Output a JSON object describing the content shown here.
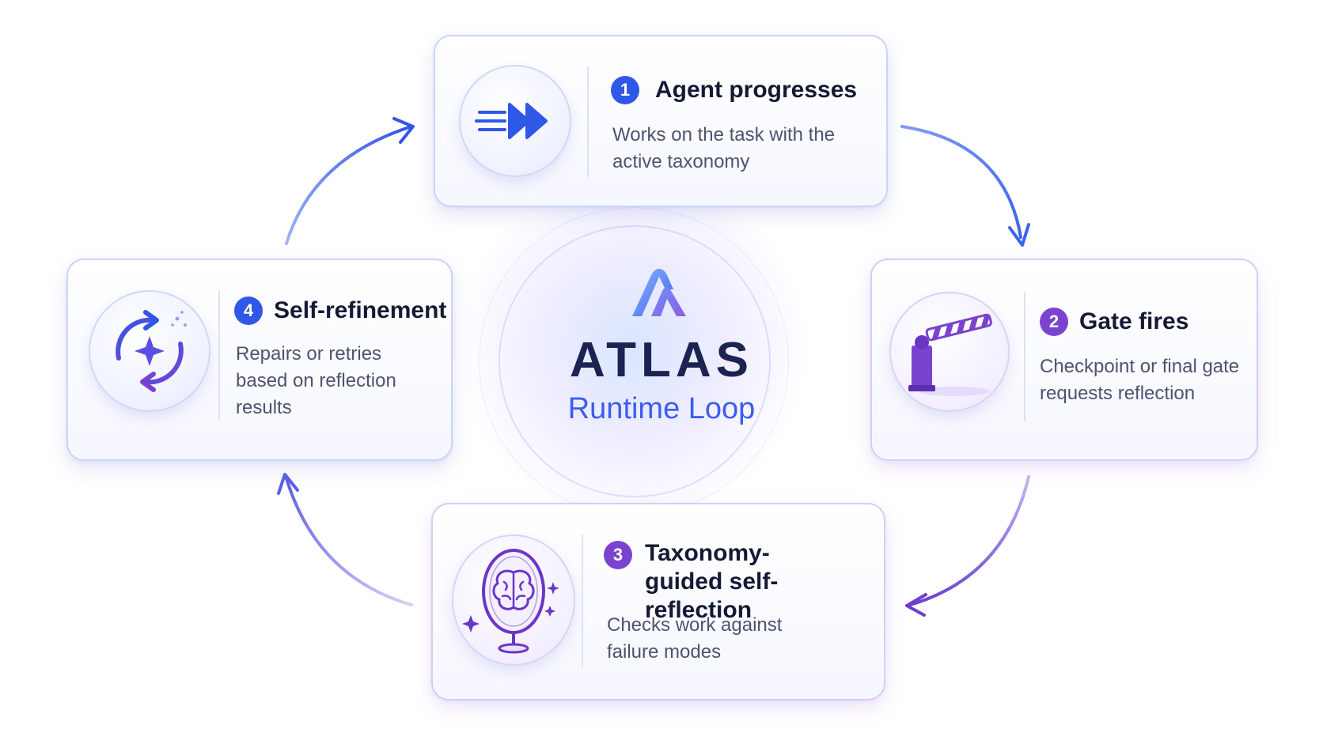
{
  "diagram": {
    "center": {
      "title": "ATLAS",
      "subtitle": "Runtime Loop",
      "logo_icon": "atlas-logo-icon"
    },
    "steps": [
      {
        "number": "1",
        "title": "Agent progresses",
        "description": "Works on the task with the active taxonomy",
        "icon": "fast-forward-icon"
      },
      {
        "number": "2",
        "title": "Gate fires",
        "description": "Checkpoint or final gate requests reflection",
        "icon": "gate-barrier-icon"
      },
      {
        "number": "3",
        "title": "Taxonomy-guided self-reflection",
        "description": "Checks work against failure modes",
        "icon": "brain-mirror-icon"
      },
      {
        "number": "4",
        "title": "Self-refinement",
        "description": "Repairs or retries based on reflection results",
        "icon": "refresh-sparkle-icon"
      }
    ],
    "colors": {
      "blue_accent": "#2f57e8",
      "violet_accent": "#7a43cf",
      "title_dark": "#1c2350",
      "subtitle_blue": "#3d5cf0"
    }
  }
}
